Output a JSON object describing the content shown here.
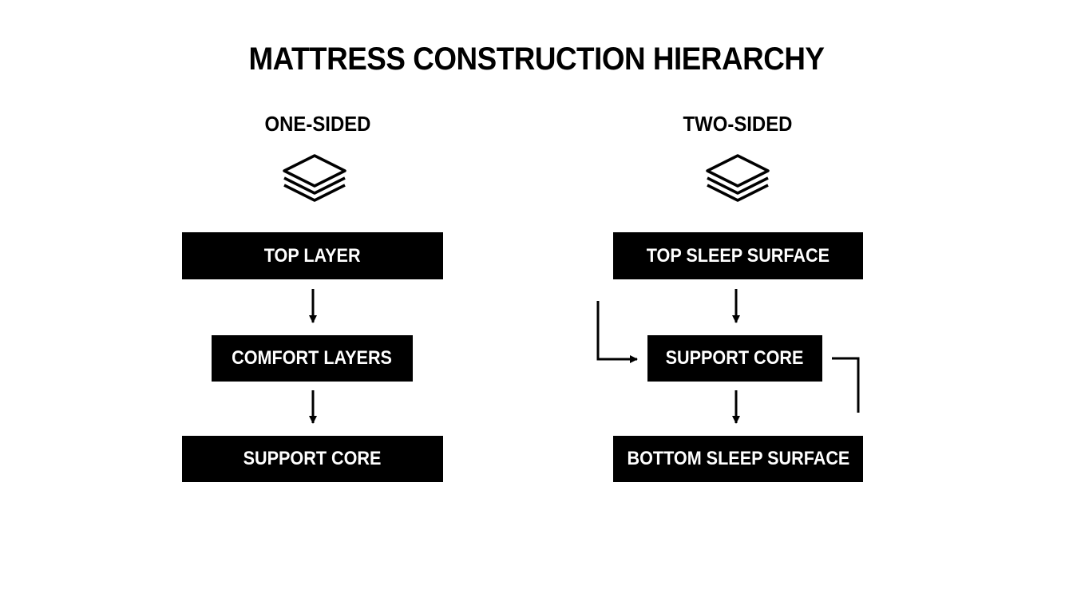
{
  "title": "MATTRESS CONSTRUCTION HIERARCHY",
  "one_sided": {
    "heading": "ONE-SIDED",
    "icon": "layers-icon",
    "layers": [
      "TOP LAYER",
      "COMFORT LAYERS",
      "SUPPORT CORE"
    ]
  },
  "two_sided": {
    "heading": "TWO-SIDED",
    "icon": "layers-icon",
    "layers": [
      "TOP SLEEP SURFACE",
      "SUPPORT CORE",
      "BOTTOM SLEEP SURFACE"
    ]
  },
  "colors": {
    "box_fill": "#000000",
    "box_text": "#ffffff",
    "background": "#ffffff"
  }
}
